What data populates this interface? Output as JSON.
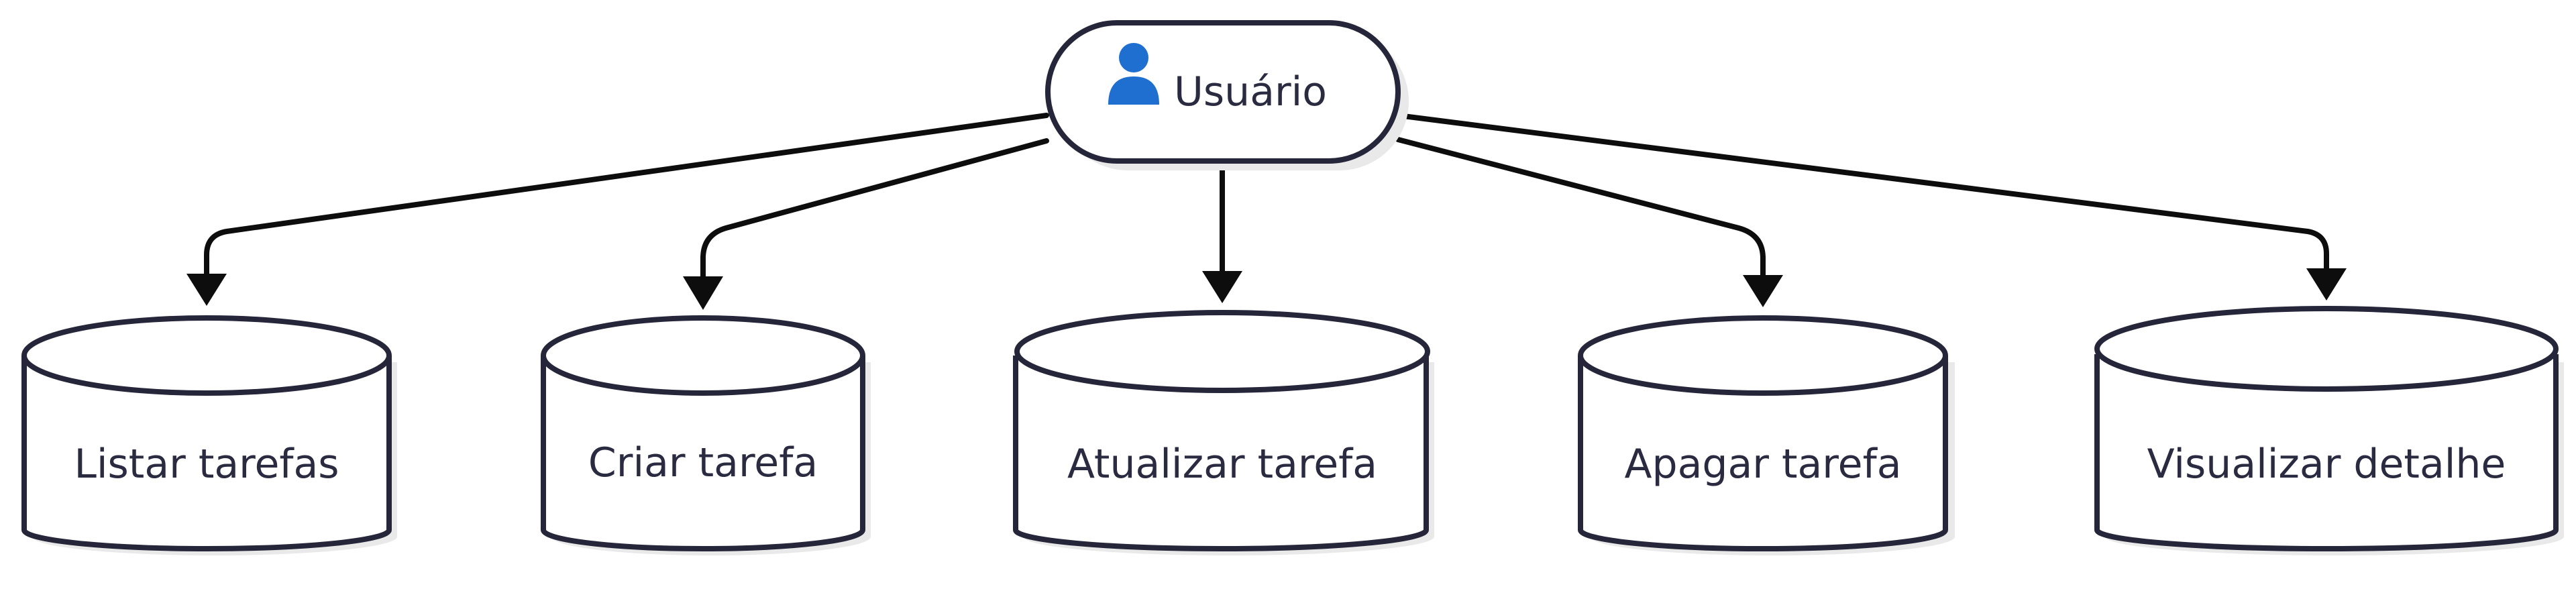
{
  "diagram": {
    "user_node": {
      "icon": "user-icon",
      "label": "Usuário"
    },
    "actions": [
      {
        "id": "listar",
        "label": "Listar tarefas"
      },
      {
        "id": "criar",
        "label": "Criar tarefa"
      },
      {
        "id": "atualizar",
        "label": "Atualizar tarefa"
      },
      {
        "id": "apagar",
        "label": "Apagar tarefa"
      },
      {
        "id": "visualizar",
        "label": "Visualizar detalhe"
      }
    ],
    "colors": {
      "stroke": "#26263a",
      "edge": "#0d0d0d",
      "text": "#2a2a40",
      "icon": "#1e6fd0"
    }
  }
}
